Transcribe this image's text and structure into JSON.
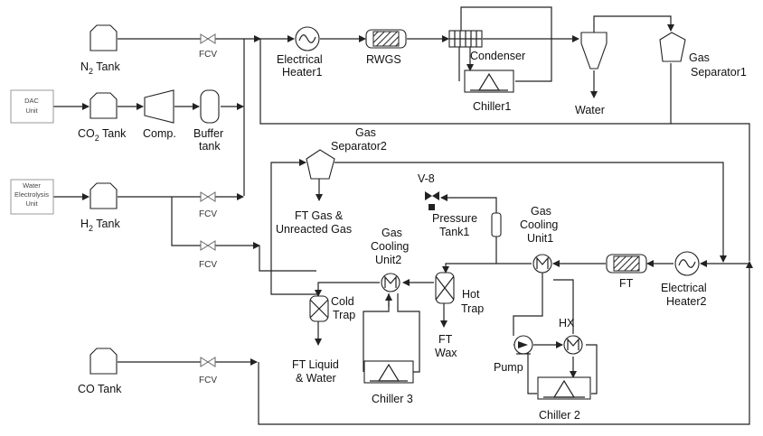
{
  "colors": {
    "line": "#222222",
    "background": "#ffffff",
    "box_border": "#999999"
  },
  "labels": {
    "n2_tank": "N",
    "n2_sub": "2",
    "n2_suffix": " Tank",
    "co2_tank": "CO",
    "co2_sub": "2",
    "co2_suffix": " Tank",
    "h2_tank": "H",
    "h2_sub": "2",
    "h2_suffix": " Tank",
    "co_tank": "CO Tank",
    "dac_unit_1": "DAC",
    "dac_unit_2": "Unit",
    "we_unit_1": "Water",
    "we_unit_2": "Electrolysis",
    "we_unit_3": "Unit",
    "comp": "Comp.",
    "buffer_tank_1": "Buffer",
    "buffer_tank_2": "tank",
    "fcv": "FCV",
    "electrical_heater1_1": "Electrical",
    "electrical_heater1_2": "Heater1",
    "rwgs": "RWGS",
    "condenser": "Condenser",
    "chiller1": "Chiller1",
    "water": "Water",
    "gas_separator1_1": "Gas",
    "gas_separator1_2": "Separator1",
    "gas_separator2_1": "Gas",
    "gas_separator2_2": "Separator2",
    "ft_gas_1": "FT Gas &",
    "ft_gas_2": "Unreacted Gas",
    "v8": "V-8",
    "pressure_tank_1": "Pressure",
    "pressure_tank_2": "Tank1",
    "gcu1_1": "Gas",
    "gcu1_2": "Cooling",
    "gcu1_3": "Unit1",
    "gcu2_1": "Gas",
    "gcu2_2": "Cooling",
    "gcu2_3": "Unit2",
    "ft": "FT",
    "electrical_heater2_1": "Electrical",
    "electrical_heater2_2": "Heater2",
    "cold_trap_1": "Cold",
    "cold_trap_2": "Trap",
    "hot_trap_1": "Hot",
    "hot_trap_2": "Trap",
    "ft_wax_1": "FT",
    "ft_wax_2": "Wax",
    "ft_liquid_1": "FT Liquid",
    "ft_liquid_2": "& Water",
    "hx": "HX",
    "pump": "Pump",
    "chiller3": "Chiller 3",
    "chiller2": "Chiller 2"
  }
}
